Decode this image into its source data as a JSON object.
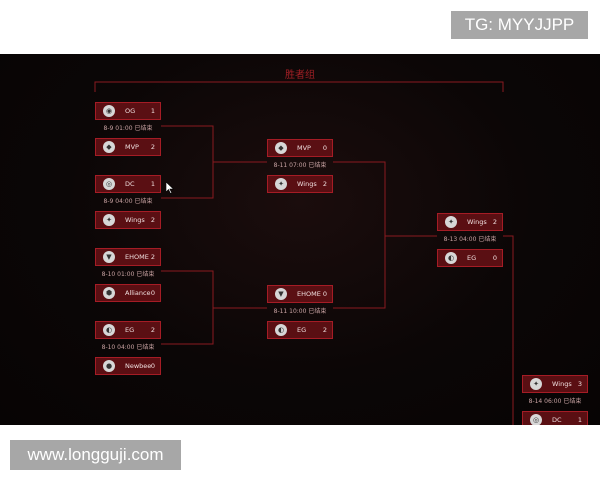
{
  "watermark_top": "TG: MYYJJPP",
  "watermark_bottom": "www.longguji.com",
  "stage_title": "胜者组",
  "matches": [
    {
      "id": "m1",
      "info": "8-9 01:00 已结束",
      "team1": {
        "name": "OG",
        "score": "1",
        "icon": "og-logo-icon",
        "glyph": "◉"
      },
      "team2": {
        "name": "MVP",
        "score": "2",
        "icon": "mvp-logo-icon",
        "glyph": "◆"
      }
    },
    {
      "id": "m2",
      "info": "8-9 04:00 已结束",
      "team1": {
        "name": "DC",
        "score": "1",
        "icon": "dc-logo-icon",
        "glyph": "◎"
      },
      "team2": {
        "name": "Wings",
        "score": "2",
        "icon": "wings-logo-icon",
        "glyph": "✦"
      }
    },
    {
      "id": "m3",
      "info": "8-10 01:00 已结束",
      "team1": {
        "name": "EHOME",
        "score": "2",
        "icon": "ehome-logo-icon",
        "glyph": "▼"
      },
      "team2": {
        "name": "Alliance",
        "score": "0",
        "icon": "alliance-logo-icon",
        "glyph": "⬢"
      }
    },
    {
      "id": "m4",
      "info": "8-10 04:00 已结束",
      "team1": {
        "name": "EG",
        "score": "2",
        "icon": "eg-logo-icon",
        "glyph": "◐"
      },
      "team2": {
        "name": "Newbee",
        "score": "0",
        "icon": "newbee-logo-icon",
        "glyph": "●"
      }
    },
    {
      "id": "m5",
      "info": "8-11 07:00 已结束",
      "team1": {
        "name": "MVP",
        "score": "0",
        "icon": "mvp-logo-icon",
        "glyph": "◆"
      },
      "team2": {
        "name": "Wings",
        "score": "2",
        "icon": "wings-logo-icon",
        "glyph": "✦"
      }
    },
    {
      "id": "m6",
      "info": "8-11 10:00 已结束",
      "team1": {
        "name": "EHOME",
        "score": "0",
        "icon": "ehome-logo-icon",
        "glyph": "▼"
      },
      "team2": {
        "name": "EG",
        "score": "2",
        "icon": "eg-logo-icon",
        "glyph": "◐"
      }
    },
    {
      "id": "m7",
      "info": "8-13 04:00 已结束",
      "team1": {
        "name": "Wings",
        "score": "2",
        "icon": "wings-logo-icon",
        "glyph": "✦"
      },
      "team2": {
        "name": "EG",
        "score": "0",
        "icon": "eg-logo-icon",
        "glyph": "◐"
      }
    },
    {
      "id": "m8",
      "info": "8-14 06:00 已结束",
      "team1": {
        "name": "Wings",
        "score": "3",
        "icon": "wings-logo-icon",
        "glyph": "✦"
      },
      "team2": {
        "name": "DC",
        "score": "1",
        "icon": "dc-logo-icon",
        "glyph": "◎"
      }
    }
  ],
  "colors": {
    "accent": "#a51c25",
    "team_bg": "#5a0f13",
    "stage_bg": "#0b0606"
  }
}
